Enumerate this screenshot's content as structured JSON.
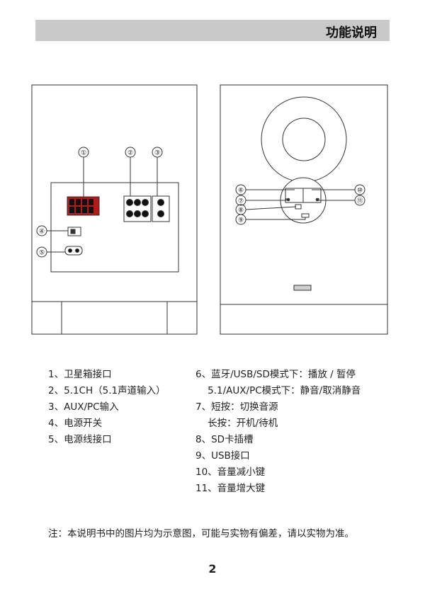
{
  "header": {
    "title": "功能说明"
  },
  "callouts_back": [
    "①",
    "②",
    "③",
    "④",
    "⑤"
  ],
  "callouts_front": {
    "c6": "⑥",
    "c7": "⑦",
    "c8": "⑧",
    "c9": "⑨",
    "c10": "⑩",
    "c11": "⑪"
  },
  "legend_left": [
    "1、卫星箱接口",
    "2、5.1CH（5.1声道输入）",
    "3、AUX/PC输入",
    "4、电源开关",
    "5、电源线接口"
  ],
  "legend_right": [
    "6、蓝牙/USB/SD模式下：播放 / 暂停",
    "    5.1/AUX/PC模式下：静音/取消静音",
    "7、短按：切换音源",
    "    长按：开机/待机",
    "8、SD卡插槽",
    "9、USB接口",
    "10、音量减小键",
    "11、音量增大键"
  ],
  "note": "注：本说明书中的图片均为示意图，可能与实物有偏差，请以实物为准。",
  "page_number": "2"
}
